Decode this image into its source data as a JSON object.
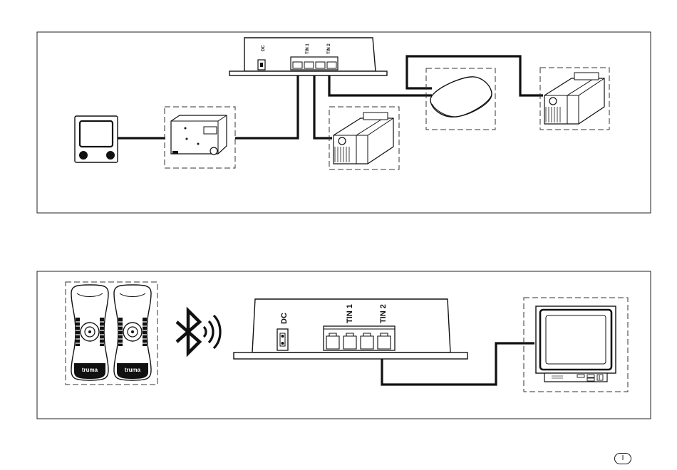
{
  "panel_top": {
    "connector": {
      "dc_label": "DC",
      "port1_label": "TIN 1",
      "port2_label": "TIN 2"
    }
  },
  "panel_bottom": {
    "connector": {
      "dc_label": "DC",
      "port1_label": "TIN 1",
      "port2_label": "TIN 2"
    },
    "remote_brand": "truma"
  },
  "footer": {
    "page_marker": "I"
  },
  "icons": {
    "bluetooth": "bluetooth-icon"
  }
}
